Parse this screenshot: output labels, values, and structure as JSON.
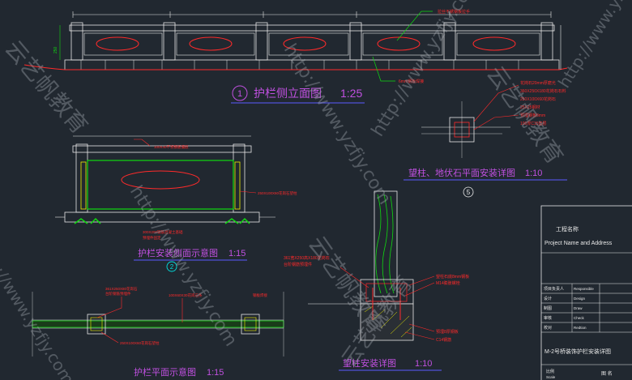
{
  "titles": {
    "elevation": "护栏侧立面图",
    "elevation_scale": "1:25",
    "elevation_no": "1",
    "install": "护栏安装侧面示意图",
    "install_scale": "1:15",
    "install_no": "2",
    "plan": "护栏平面示意图",
    "plan_scale": "1:15",
    "pillar_plan": "望柱、地伏石平面安装详图",
    "pillar_plan_scale": "1:10",
    "pillar_plan_no": "5",
    "pillar": "望柱安装详图",
    "pillar_scale": "1:10"
  },
  "annotations": {
    "top_leader": "拉丝不锈钢板拉手",
    "steel_note": "6mm钢板焊接",
    "install_top": "100X40不锈钢板镶嵌",
    "install_right": "250X100X60花岗石望柱",
    "install_bottom_1": "300X200钢筋混凝土基础",
    "install_bottom_2": "预埋件固定",
    "plan_left_1": "361X250X80花岗石",
    "plan_left_2": "台阶钢筋预埋件",
    "plan_mid": "100X60X30花岗石条",
    "plan_right": "钢板焊接",
    "plan_bottom": "250X100X60花岗石望柱",
    "pillar_plan_1": "花岗石20mm厚磨光",
    "pillar_plan_2": "360X250X180花岗石石料",
    "pillar_plan_3": "250X100X60花岗石",
    "pillar_plan_4": "25X25钢材",
    "pillar_plan_5": "预埋钢板8mm",
    "pillar_plan_6": "100厚C15垫层",
    "pillar_left_1": "361宽X250高X180花岗石",
    "pillar_left_2": "台阶钢筋预埋件",
    "pillar_right_1": "望柱石底8mm钢板",
    "pillar_right_2": "M14膨胀螺栓",
    "pillar_right_3": "预埋8厚钢板",
    "pillar_right_4": "C14钢筋"
  },
  "watermarks": {
    "url": "http://www.yzfjy.com",
    "brand": "云艺帆教育"
  },
  "title_block": {
    "project_label": "工程名称",
    "project_label_en": "Project Name and Address",
    "rows": [
      {
        "cn": "项目负责人",
        "en": "Responsible"
      },
      {
        "cn": "设计",
        "en": "Design"
      },
      {
        "cn": "制图",
        "en": "Draw"
      },
      {
        "cn": "审核",
        "en": "Check"
      },
      {
        "cn": "校对",
        "en": "Redtion"
      }
    ],
    "drawing_title": "M-2号桥装饰护栏安装详图",
    "scale_label": "比例",
    "scale_label_en": "Scale",
    "sheet_label": "图  名"
  },
  "colors": {
    "background": "#212830",
    "line": "#e8e8e8",
    "accent_red": "#ff2a2a",
    "accent_green": "#10d810",
    "accent_magenta": "#c050e0",
    "accent_blue": "#5a5aff",
    "accent_yellow": "#f0f000",
    "accent_cyan": "#00e0e0"
  }
}
